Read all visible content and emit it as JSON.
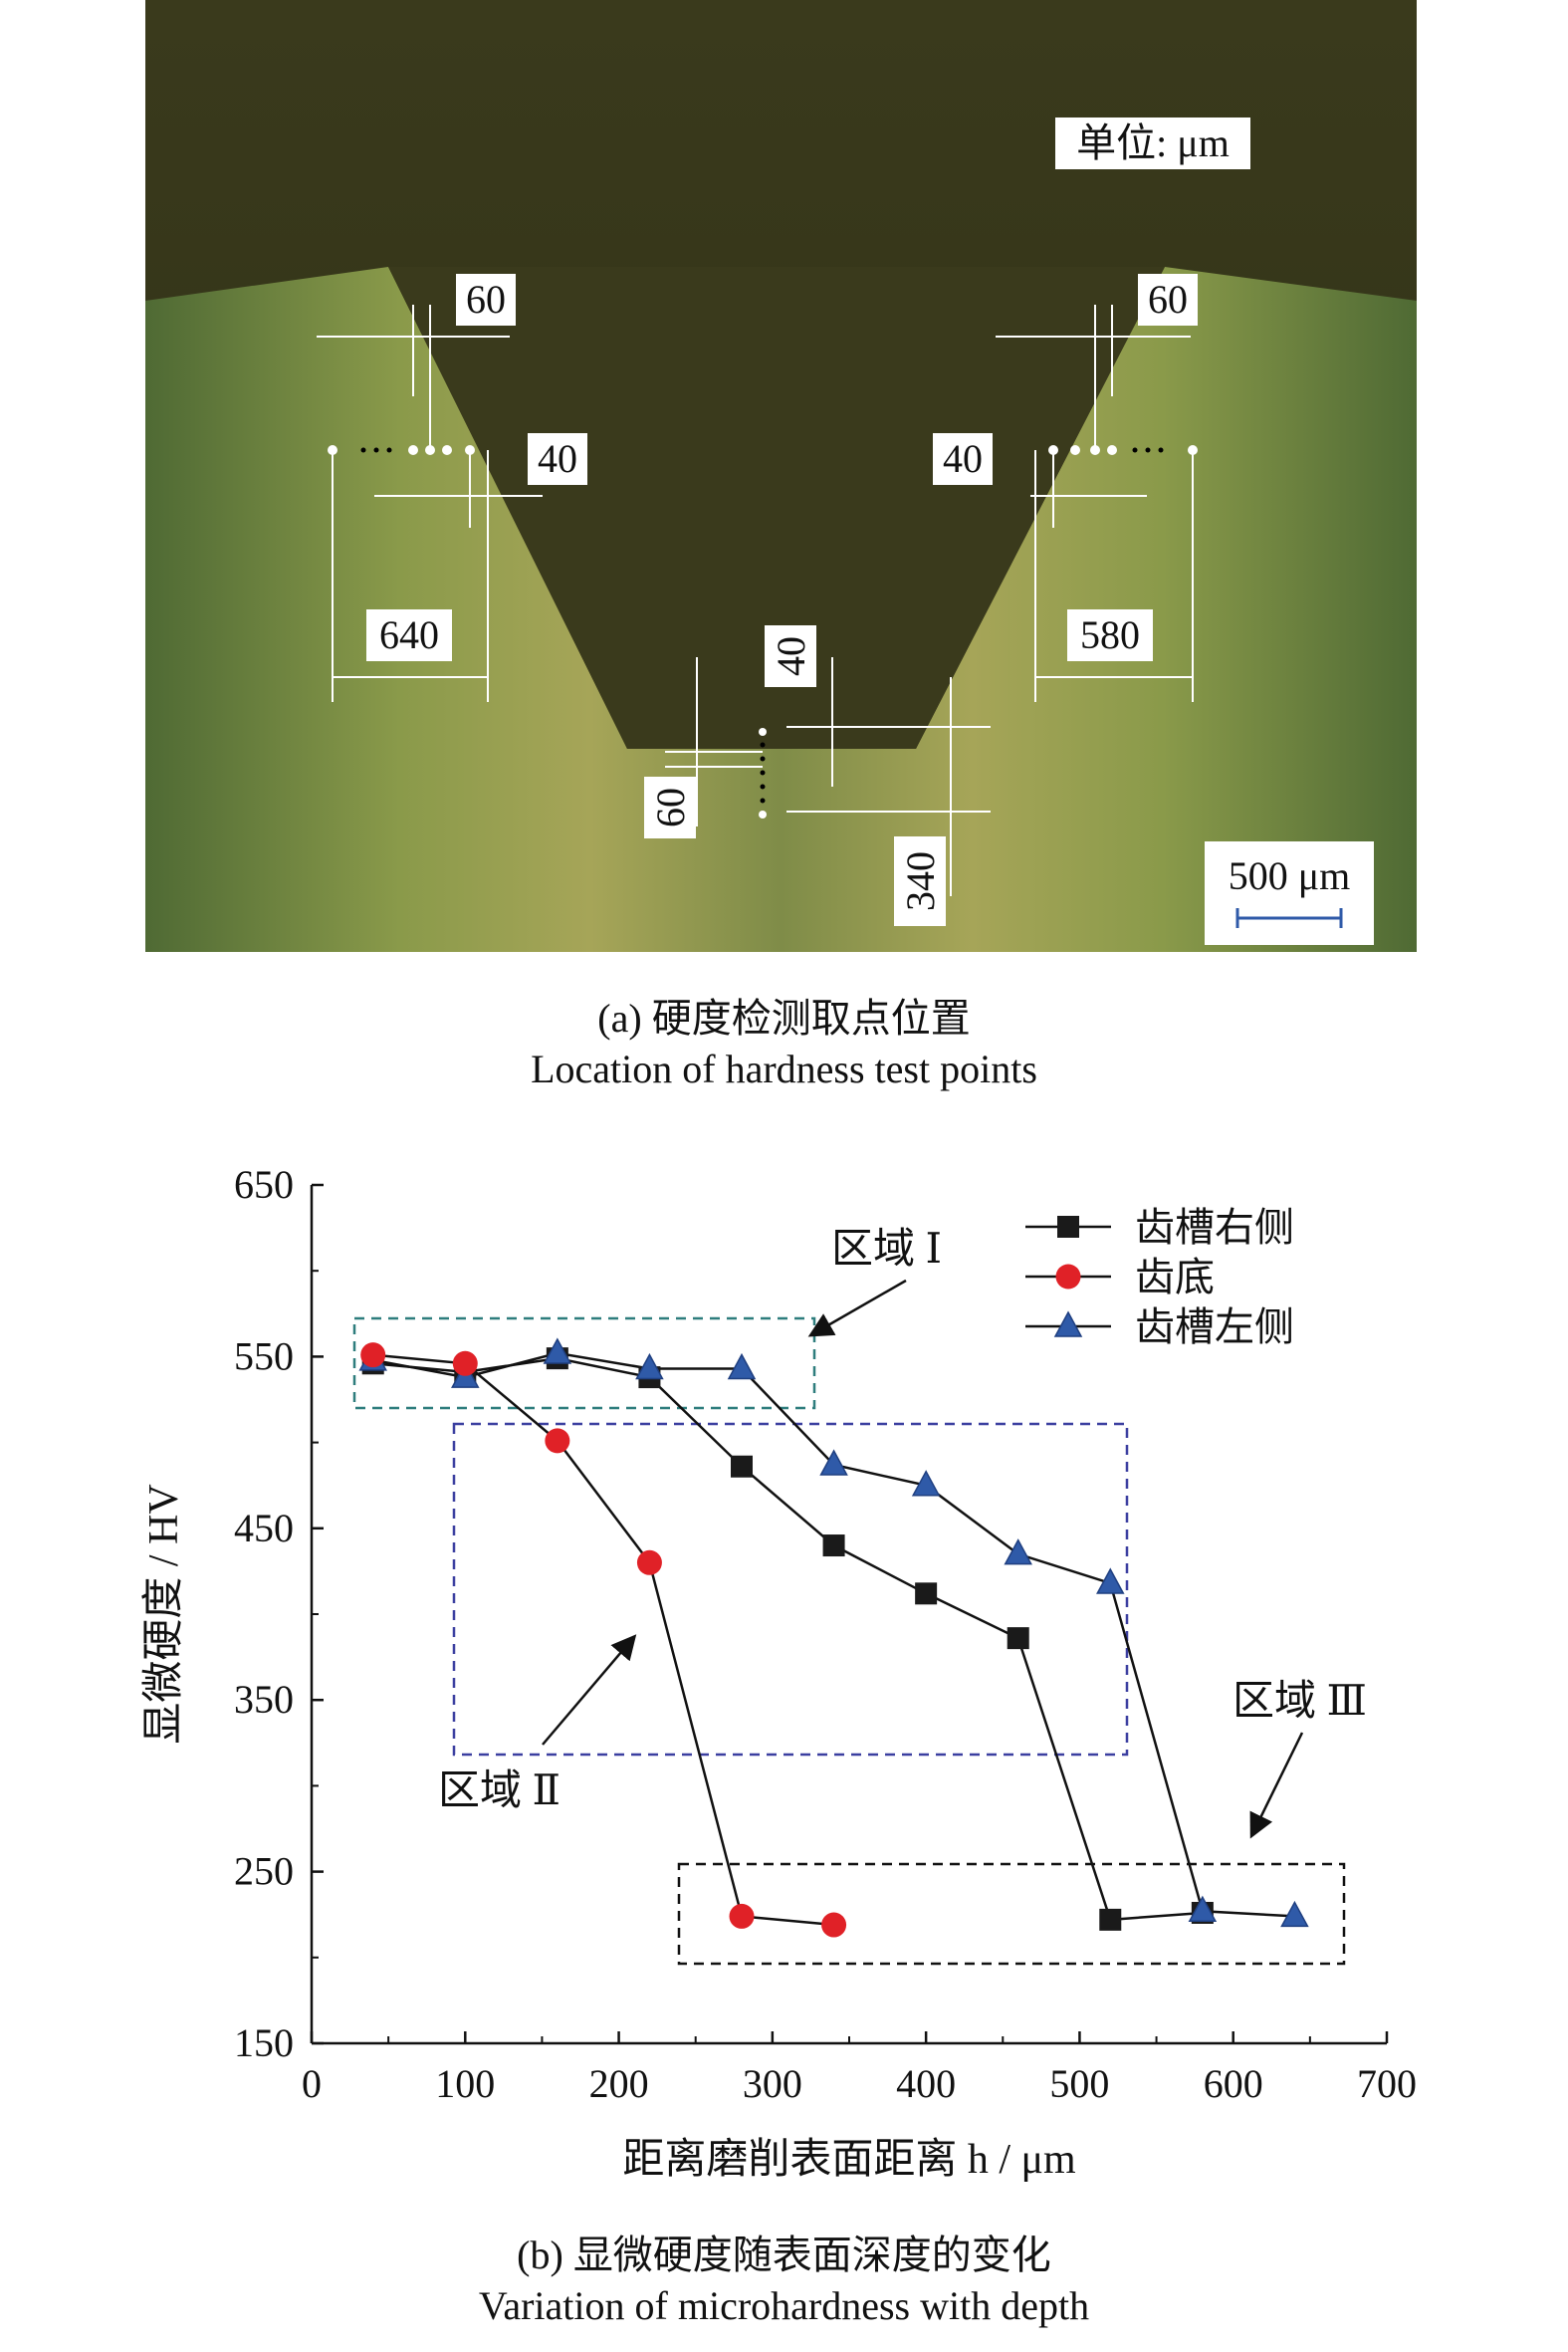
{
  "micrograph": {
    "unit_label": "单位: μm",
    "scale_label": "500 μm",
    "dim_labels": [
      "60",
      "60",
      "40",
      "40",
      "640",
      "580",
      "40",
      "60",
      "340"
    ]
  },
  "caption_a": {
    "cn": "(a) 硬度检测取点位置",
    "en": "Location of hardness test points"
  },
  "caption_b": {
    "cn": "(b) 显微硬度随表面深度的变化",
    "en": "Variation of microhardness with depth"
  },
  "chart_data": {
    "type": "line",
    "xlabel": "距离磨削表面距离 h / μm",
    "ylabel": "显微硬度 / HV",
    "xlim": [
      0,
      700
    ],
    "ylim": [
      150,
      650
    ],
    "xticks": [
      0,
      100,
      200,
      300,
      400,
      500,
      600,
      700
    ],
    "yticks": [
      150,
      250,
      350,
      450,
      550,
      650
    ],
    "legend_position": "top-right",
    "grid": false,
    "series": [
      {
        "name": "齿槽右侧",
        "marker": "square",
        "color": "#1a1a1a",
        "x": [
          40,
          100,
          160,
          220,
          280,
          340,
          400,
          460,
          520,
          580
        ],
        "y": [
          546,
          541,
          549,
          538,
          486,
          440,
          412,
          386,
          222,
          226
        ]
      },
      {
        "name": "齿底",
        "marker": "circle",
        "color": "#e02127",
        "x": [
          40,
          100,
          160,
          220,
          280,
          340
        ],
        "y": [
          551,
          546,
          501,
          430,
          224,
          219
        ]
      },
      {
        "name": "齿槽左侧",
        "marker": "triangle",
        "color": "#2f5aa8",
        "x": [
          40,
          100,
          160,
          220,
          280,
          340,
          400,
          460,
          520,
          580,
          640
        ],
        "y": [
          548,
          538,
          552,
          543,
          543,
          487,
          475,
          435,
          418,
          227,
          224
        ]
      }
    ],
    "annotations": [
      "区域 Ⅰ",
      "区域 Ⅱ",
      "区域 Ⅲ"
    ]
  }
}
